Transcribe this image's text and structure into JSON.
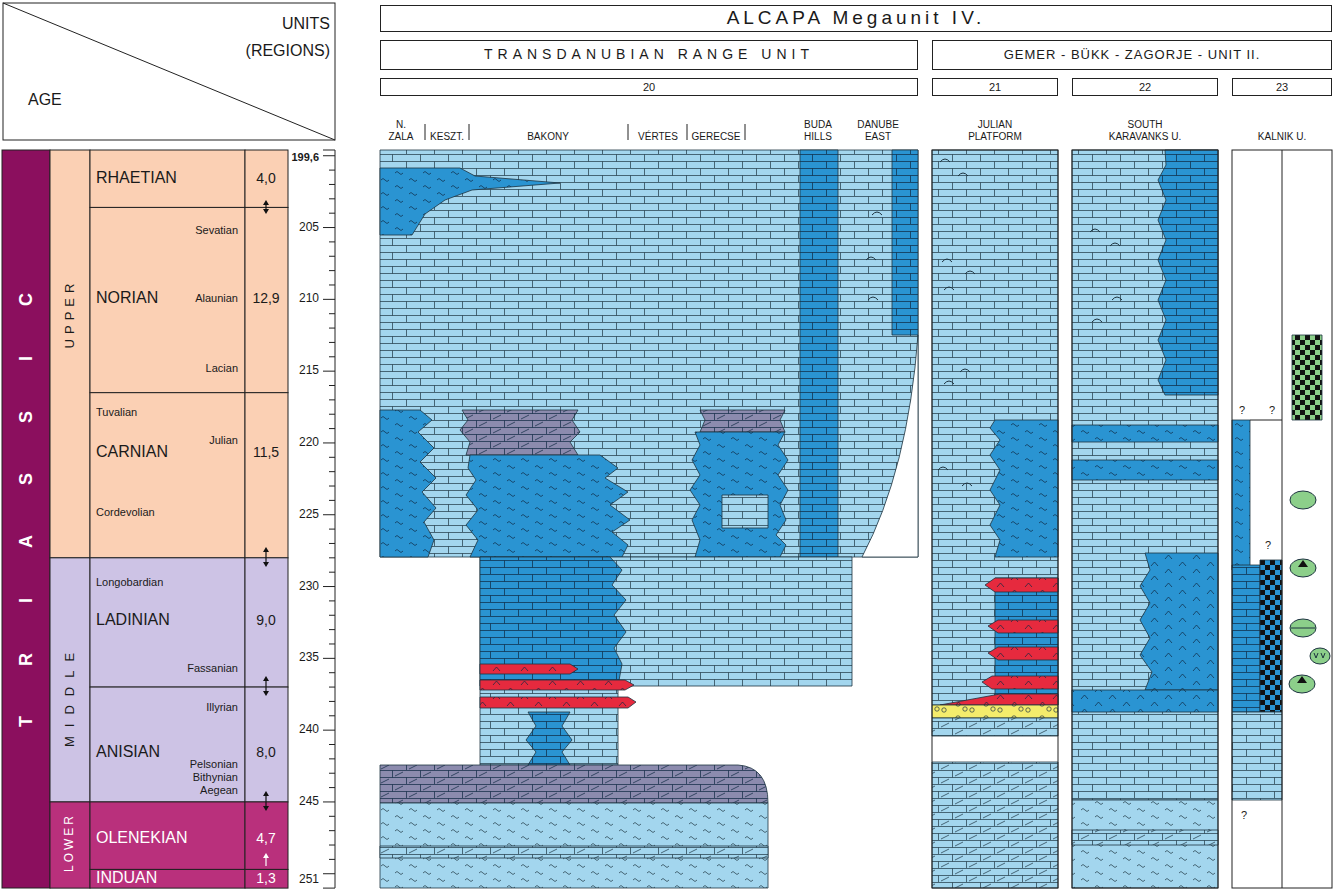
{
  "diagram": {
    "nodes": [
      {
        "text": [
          "ALCAPA Megaunit IV."
        ]
      },
      {
        "text": [
          "TRANSDANUBIAN RANGE UNIT"
        ]
      },
      {
        "text": [
          "GEMER - BÜKK - ZAGORJE - UNIT II."
        ]
      },
      {
        "text": [
          "20"
        ]
      },
      {
        "text": [
          "21"
        ]
      },
      {
        "text": [
          "22"
        ]
      },
      {
        "text": [
          "23"
        ]
      }
    ],
    "labels": [
      "UNITS (REGIONS)",
      "AGE",
      "TRIASSIC",
      "UPPER",
      "MIDDLE",
      "LOWER",
      "RHAETIAN",
      "4,0",
      "Sevatian",
      "NORIAN",
      "Alaunian",
      "12,9",
      "Lacian",
      "Tuvalian",
      "CARNIAN",
      "Julian",
      "11,5",
      "Cordevolian",
      "Longobardian",
      "LADINIAN",
      "9,0",
      "Fassanian",
      "Illyrian",
      "ANISIAN",
      "8,0",
      "Pelsonian",
      "Bithynian",
      "Aegean",
      "OLENEKIAN",
      "4,7",
      "INDUAN",
      "1,3",
      "199,6",
      "205",
      "210",
      "215",
      "220",
      "225",
      "230",
      "235",
      "240",
      "245",
      "251",
      "N. ZALA",
      "KESZT.",
      "BAKONY",
      "VÉRTES",
      "GERECSE",
      "BUDA HILLS",
      "DANUBE EAST",
      "JULIAN PLATFORM",
      "SOUTH KARAVANKS U.",
      "KALNIK U.",
      "?",
      "?",
      "?",
      "?"
    ]
  }
}
